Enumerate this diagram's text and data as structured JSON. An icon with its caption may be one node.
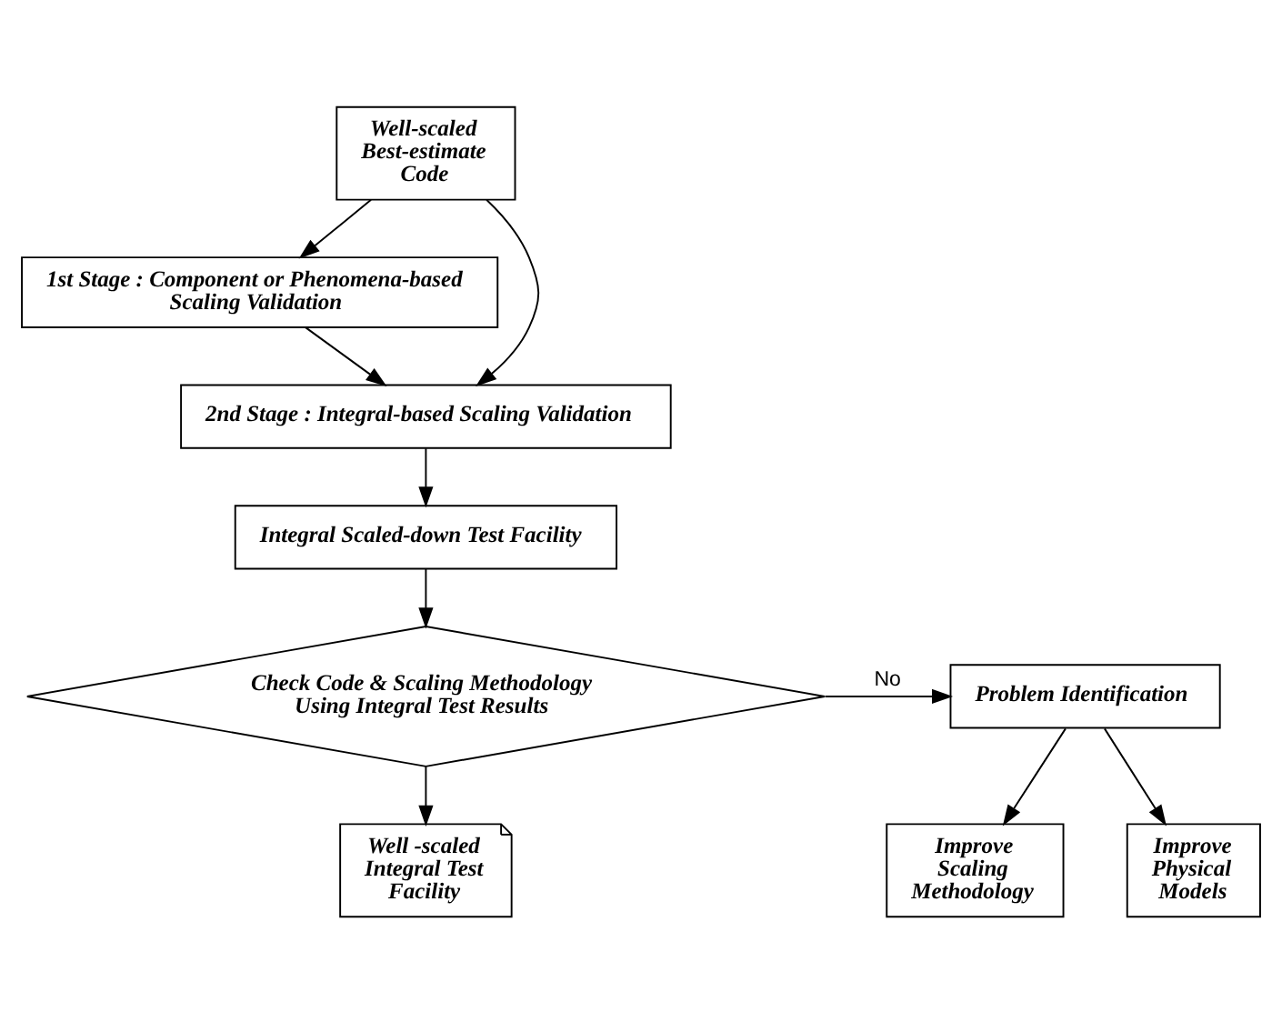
{
  "diagram": {
    "nodes": [
      {
        "text": [
          "1st Stage : Component or Phenomena-based Scaling Validation"
        ]
      },
      {
        "text": [
          "Well-scaled Best-estimate Code"
        ]
      },
      {
        "text": [
          "2nd Stage : Integral-based Scaling Validation"
        ]
      },
      {
        "text": [
          "Integral Scaled-down Test Facility"
        ]
      },
      {
        "text": [
          "Check Code & Scaling Methodology Using Integral Test Results"
        ]
      },
      {
        "text": [
          "Improve Physical Models"
        ]
      },
      {
        "text": [
          "Problem Identification"
        ]
      },
      {
        "text": [
          "Improve Scaling Methodology"
        ]
      },
      {
        "text": [
          "Well -scaled Integral Test Facility"
        ]
      }
    ],
    "edges": [
      {
        "from": 0,
        "to": 2,
        "arrow": "to"
      },
      {
        "from": 1,
        "to": 0,
        "arrow": "to"
      },
      {
        "from": 1,
        "to": 2,
        "arrow": "to"
      },
      {
        "from": 2,
        "to": 3,
        "arrow": "to"
      },
      {
        "from": 3,
        "to": 4,
        "arrow": "to"
      },
      {
        "from": 4,
        "to": 6,
        "label": "No",
        "arrow": "to"
      },
      {
        "from": 6,
        "to": 5,
        "arrow": "to"
      },
      {
        "from": 6,
        "to": 7,
        "arrow": "to"
      },
      {
        "from": 4,
        "to": 8,
        "arrow": "to"
      }
    ]
  }
}
